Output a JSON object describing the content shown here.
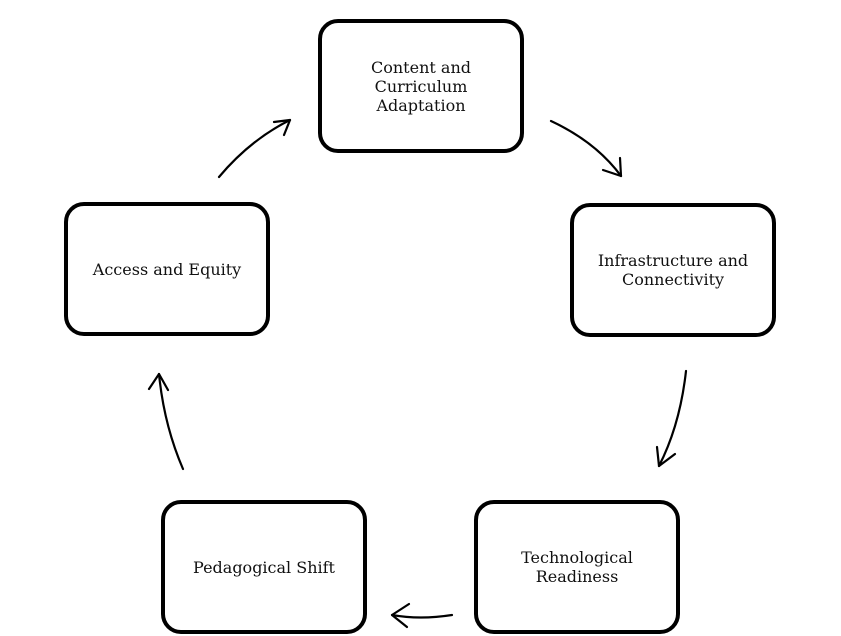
{
  "diagram": {
    "type": "cycle",
    "nodes": [
      {
        "id": "content",
        "label": "Content and\nCurriculum\nAdaptation"
      },
      {
        "id": "infra",
        "label": "Infrastructure and\nConnectivity"
      },
      {
        "id": "tech",
        "label": "Technological\nReadiness"
      },
      {
        "id": "pedagogy",
        "label": "Pedagogical Shift"
      },
      {
        "id": "access",
        "label": "Access and Equity"
      }
    ],
    "edges": [
      {
        "from": "content",
        "to": "infra"
      },
      {
        "from": "infra",
        "to": "tech"
      },
      {
        "from": "tech",
        "to": "pedagogy"
      },
      {
        "from": "pedagogy",
        "to": "access"
      },
      {
        "from": "access",
        "to": "content"
      }
    ],
    "colors": {
      "stroke": "#000000",
      "background": "#ffffff",
      "text": "#111111"
    }
  }
}
